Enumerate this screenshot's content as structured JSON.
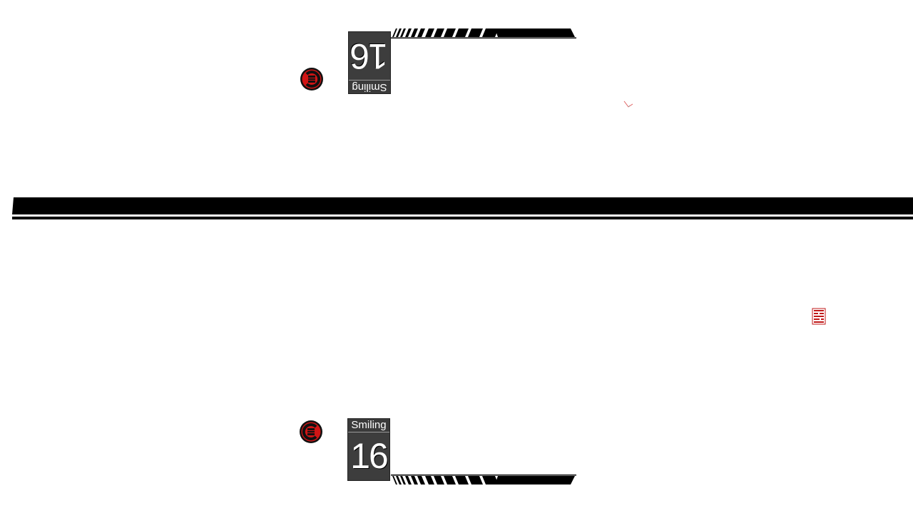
{
  "top_cluster": {
    "card_label": "Smiling",
    "card_number": "16"
  },
  "bottom_cluster": {
    "card_label": "Smiling",
    "card_number": "16"
  },
  "icons": {
    "logo": "red-circle-logo-icon",
    "stamp": "red-stamp-icon",
    "mark": "small-red-mark-icon"
  },
  "colors": {
    "accent": "#cc1111",
    "card_bg": "#3d3d3d",
    "band": "#000000"
  }
}
